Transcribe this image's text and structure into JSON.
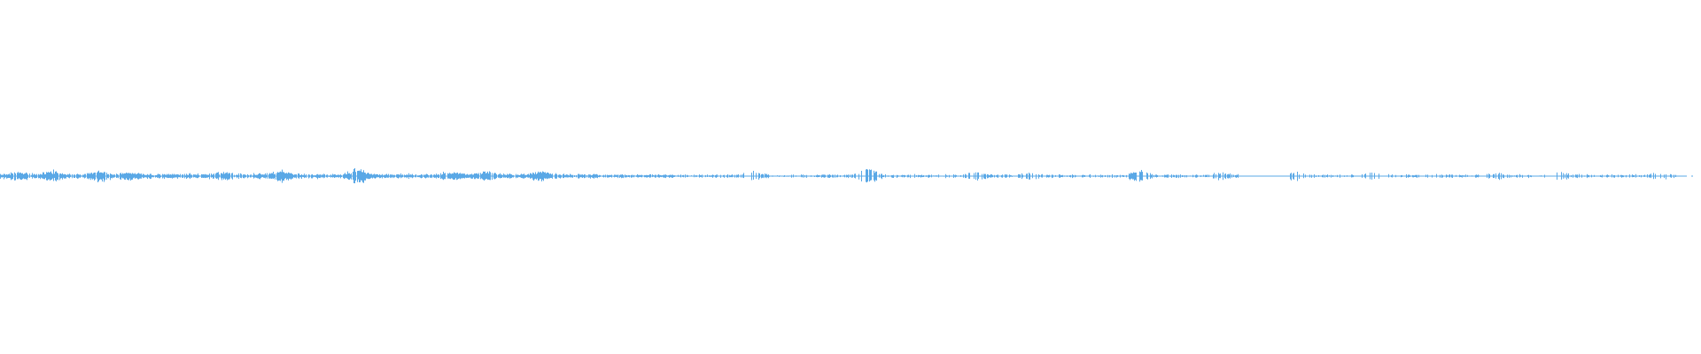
{
  "waveform": {
    "color": "#5aa8e6",
    "baseline_color": "#5aa8e6",
    "bursts": [
      {
        "at": 0.01,
        "level": 0.35
      },
      {
        "at": 0.03,
        "level": 0.45
      },
      {
        "at": 0.058,
        "level": 0.55
      },
      {
        "at": 0.075,
        "level": 0.35
      },
      {
        "at": 0.13,
        "level": 0.3
      },
      {
        "at": 0.165,
        "level": 0.5
      },
      {
        "at": 0.21,
        "level": 0.85
      },
      {
        "at": 0.265,
        "level": 0.35
      },
      {
        "at": 0.285,
        "level": 0.35
      },
      {
        "at": 0.318,
        "level": 0.45
      },
      {
        "at": 0.443,
        "level": 0.55
      },
      {
        "at": 0.51,
        "level": 1.0
      },
      {
        "at": 0.574,
        "level": 0.5
      },
      {
        "at": 0.605,
        "level": 0.3
      },
      {
        "at": 0.67,
        "level": 0.85
      },
      {
        "at": 0.718,
        "level": 0.4
      },
      {
        "at": 0.76,
        "level": 0.5
      },
      {
        "at": 0.807,
        "level": 0.4
      },
      {
        "at": 0.88,
        "level": 0.3
      },
      {
        "at": 0.917,
        "level": 0.4
      },
      {
        "at": 0.975,
        "level": 0.3
      }
    ],
    "gaps": [
      {
        "from": 0.437,
        "to": 0.441
      },
      {
        "from": 0.57,
        "to": 0.572
      },
      {
        "from": 0.715,
        "to": 0.716
      },
      {
        "from": 0.728,
        "to": 0.758
      },
      {
        "from": 0.908,
        "to": 0.915
      },
      {
        "from": 0.985,
        "to": 1.0
      }
    ]
  }
}
